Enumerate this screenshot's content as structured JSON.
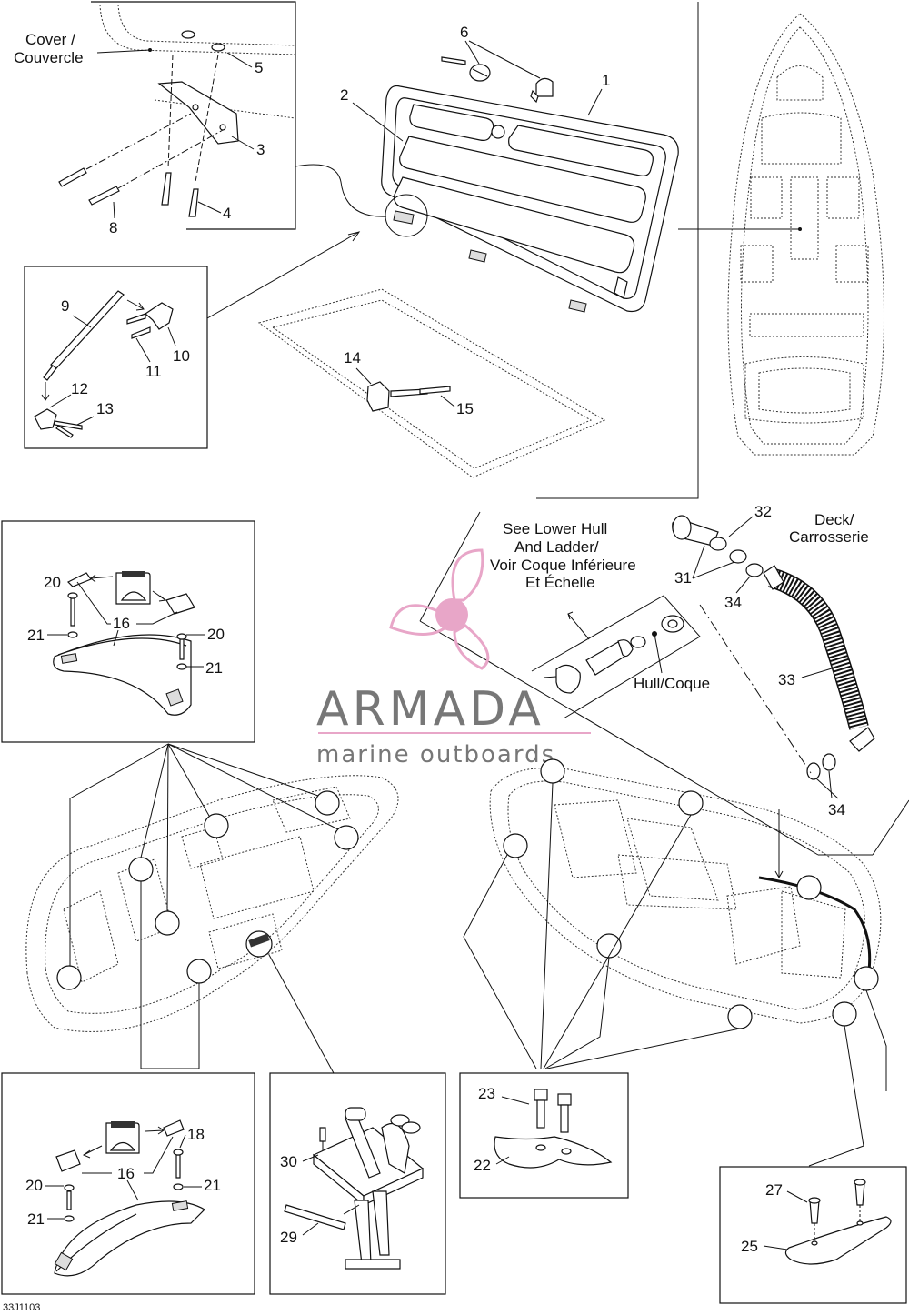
{
  "labels": {
    "cover": "Cover /",
    "couvercle": "Couvercle",
    "lower_hull_1": "See Lower Hull",
    "lower_hull_2": "And Ladder/",
    "lower_hull_3": "Voir Coque Inférieure",
    "lower_hull_4": "Et Échelle",
    "deck_1": "Deck/",
    "deck_2": "Carrosserie",
    "hull": "Hull/Coque"
  },
  "callouts": {
    "n1": "1",
    "n2": "2",
    "n3": "3",
    "n4": "4",
    "n5": "5",
    "n6": "6",
    "n8": "8",
    "n9": "9",
    "n10": "10",
    "n11": "11",
    "n12": "12",
    "n13": "13",
    "n14": "14",
    "n15": "15",
    "n16a": "16",
    "n16b": "16",
    "n18": "18",
    "n20a": "20",
    "n20b": "20",
    "n20c": "20",
    "n21a": "21",
    "n21b": "21",
    "n21c": "21",
    "n21d": "21",
    "n22": "22",
    "n23": "23",
    "n25": "25",
    "n27": "27",
    "n29": "29",
    "n30": "30",
    "n31": "31",
    "n32": "32",
    "n33": "33",
    "n34a": "34",
    "n34b": "34"
  },
  "watermark": {
    "brand": "ARMADA",
    "tagline": "marine outboards",
    "accent_color": "#e8a6c8"
  },
  "footer": {
    "ref_code": "33J1103"
  }
}
